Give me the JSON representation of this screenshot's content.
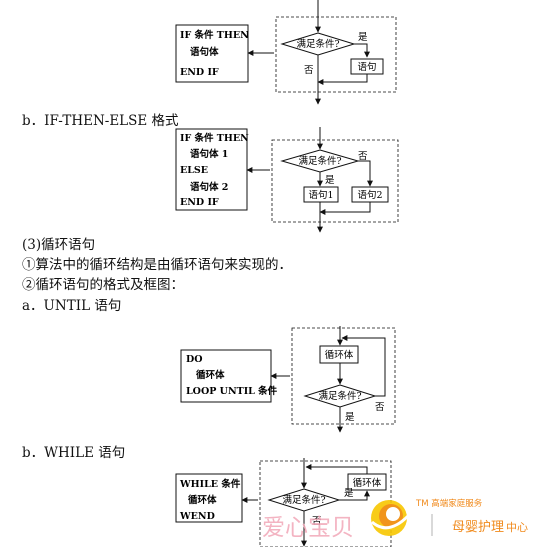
{
  "if_then": {
    "code_lines": [
      "IF 条件 THEN",
      "语句体",
      "END IF"
    ],
    "condition": "满足条件?",
    "yes": "是",
    "no": "否",
    "statement": "语句"
  },
  "if_then_else": {
    "heading": "b．IF-THEN-ELSE 格式",
    "code_lines": [
      "IF 条件 THEN",
      "语句体 1",
      "ELSE",
      "语句体 2",
      "END IF"
    ],
    "condition": "满足条件?",
    "yes": "是",
    "no": "否",
    "statement1": "语句1",
    "statement2": "语句2"
  },
  "loop_section": {
    "title": "(3)循环语句",
    "point1": "①算法中的循环结构是由循环语句来实现的．",
    "point2": "②循环语句的格式及框图："
  },
  "until": {
    "heading": "a．UNTIL 语句",
    "code_lines": [
      "DO",
      "循环体",
      "LOOP UNTIL 条件"
    ],
    "body": "循环体",
    "condition": "满足条件?",
    "yes": "是",
    "no": "否"
  },
  "while": {
    "heading": "b．WHILE 语句",
    "code_lines": [
      "WHILE 条件",
      "循环体",
      "WEND"
    ],
    "body": "循环体",
    "condition": "满足条件?",
    "yes": "是",
    "no": "否"
  },
  "watermark": {
    "brand_cn": "爱心宝贝",
    "tm_text": "TM 高端家庭服务",
    "service": "母婴护理",
    "service_suffix": "中心",
    "colors": {
      "pink": "#f2a7b8",
      "orange": "#f08a1c",
      "yellow": "#f7c600",
      "gray": "#b3b3b3"
    }
  }
}
